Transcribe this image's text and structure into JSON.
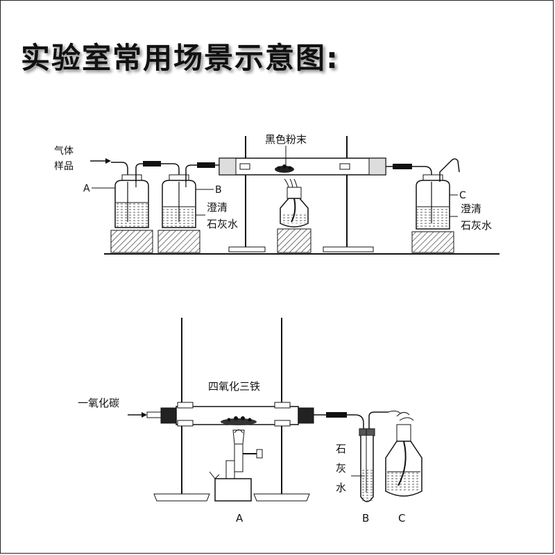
{
  "title": "实验室常用场景示意图:",
  "diagram_top": {
    "gas_sample_line1": "气体",
    "gas_sample_line2": "样品",
    "label_a": "A",
    "label_b": "B",
    "label_c": "C",
    "black_powder": "黑色粉末",
    "limewater_b_line1": "澄清",
    "limewater_b_line2": "石灰水",
    "limewater_c_line1": "澄清",
    "limewater_c_line2": "石灰水"
  },
  "diagram_bottom": {
    "carbon_monoxide": "一氧化碳",
    "iron_oxide": "四氧化三铁",
    "lime_1": "石",
    "lime_2": "灰",
    "lime_3": "水",
    "label_a": "A",
    "label_b": "B",
    "label_c": "C"
  }
}
